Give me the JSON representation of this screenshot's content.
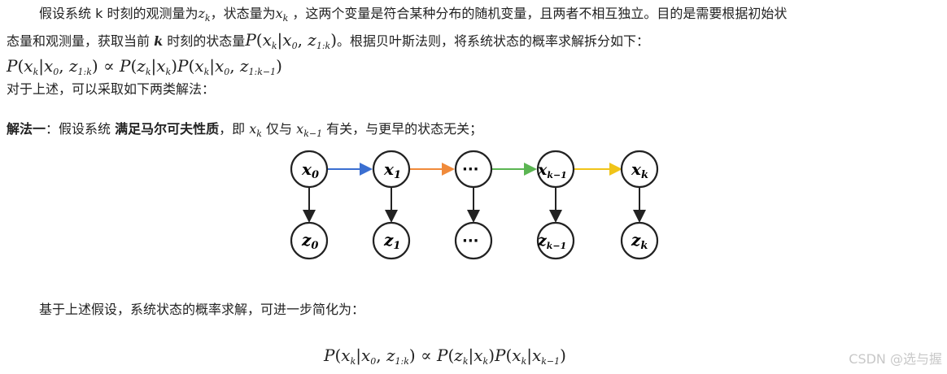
{
  "paragraph1": {
    "a": "假设系统 k 时刻的观测量为",
    "b": "，状态量为",
    "c": "，这两个变量是符合某种分布的随机变量，且两者不相互独立。目的是需要根据初始状",
    "d": "态量和观测量，获取当前",
    "k_bold": "k",
    "e": "时刻的状态量",
    "f": "。根据贝叶斯法则，将系统状态的概率求解拆分如下："
  },
  "para_after_formula": "对于上述，可以采取如下两类解法：",
  "method1": {
    "label": "解法一",
    "a": "：假设系统",
    "bold": "满足马尔可夫性质",
    "b": "，即",
    "c": "仅与",
    "d": "有关，与更早的状态无关；"
  },
  "diagram": {
    "top_nodes": [
      "x0",
      "x1",
      "···",
      "xk−1",
      "xk"
    ],
    "bottom_nodes": [
      "z0",
      "z1",
      "···",
      "zk−1",
      "zk"
    ],
    "edge_colors": [
      "#3b6fd1",
      "#f08a3a",
      "#5bb552",
      "#f0c419"
    ]
  },
  "para_simplify": "基于上述假设，系统状态的概率求解，可进一步简化为：",
  "watermark": "CSDN @选与握"
}
